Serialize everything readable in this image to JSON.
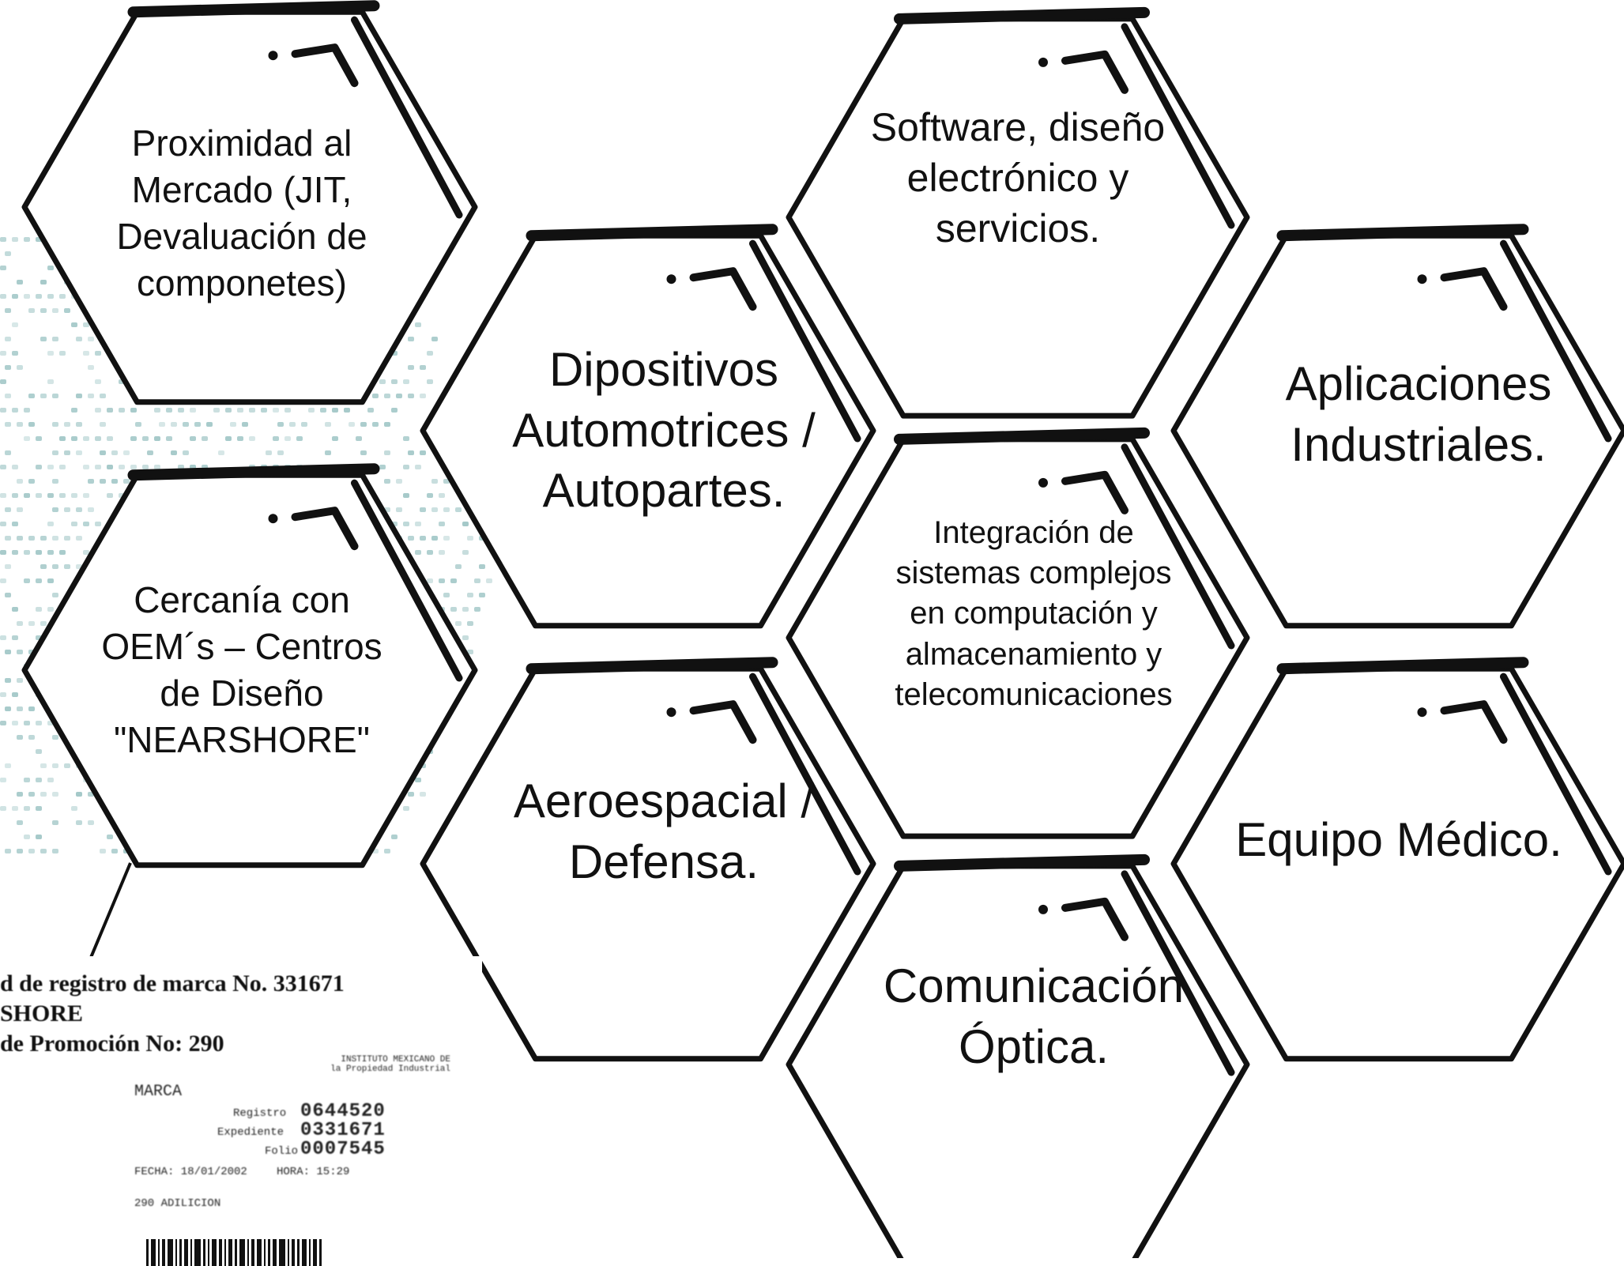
{
  "hexagons": [
    {
      "id": "proximidad",
      "label": "Proximidad al\nMercado (JIT,\nDevaluación de\ncomponetes)"
    },
    {
      "id": "cercania",
      "label": "Cercanía con\nOEM´s – Centros\nde Diseño\n\"NEARSHORE\""
    },
    {
      "id": "automotrices",
      "label": "Dipositivos\nAutomotrices /\nAutopartes."
    },
    {
      "id": "aeroespacial",
      "label": "Aeroespacial /\nDefensa."
    },
    {
      "id": "software",
      "label": "Software, diseño\nelectrónico y\nservicios."
    },
    {
      "id": "integracion",
      "label": "Integración de\nsistemas complejos\nen computación y\nalmacenamiento y\ntelecomunicaciones"
    },
    {
      "id": "optica",
      "label": "Comunicación\nÓptica."
    },
    {
      "id": "industriales",
      "label": "Aplicaciones\nIndustriales."
    },
    {
      "id": "medico",
      "label": "Equipo Médico."
    }
  ],
  "certificate": {
    "line1": "d de registro de marca No. 331671",
    "line2": "SHORE",
    "line3": "de Promoción No: 290",
    "slip": {
      "institute": "INSTITUTO MEXICANO DE\nla Propiedad Industrial",
      "marca": "MARCA",
      "registro_label": "Registro",
      "registro_value": "0644520",
      "expediente_label": "Expediente",
      "expediente_value": "0331671",
      "folio_label": "Folio",
      "folio_value": "0007545",
      "fecha": "FECHA: 18/01/2002",
      "hora": "HORA: 15:29",
      "tramite": "290 ADILICION"
    }
  },
  "colors": {
    "line": "#111111",
    "dots": "#8fbcbc",
    "text": "#111111"
  }
}
